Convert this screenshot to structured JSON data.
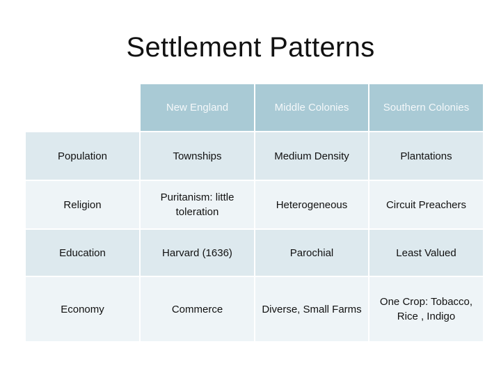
{
  "title": "Settlement Patterns",
  "table": {
    "headers": [
      "",
      "New England",
      "Middle Colonies",
      "Southern Colonies"
    ],
    "rows": [
      {
        "label": "Population",
        "values": [
          "Townships",
          "Medium Density",
          "Plantations"
        ]
      },
      {
        "label": "Religion",
        "values": [
          "Puritanism: little toleration",
          "Heterogeneous",
          "Circuit Preachers"
        ]
      },
      {
        "label": "Education",
        "values": [
          "Harvard (1636)",
          "Parochial",
          "Least Valued"
        ]
      },
      {
        "label": "Economy",
        "values": [
          "Commerce",
          "Diverse, Small Farms",
          "One Crop: Tobacco, Rice , Indigo"
        ]
      }
    ]
  },
  "colors": {
    "header_bg": "#a9cad5",
    "header_text": "#f4f8fa",
    "row_dark": "#dde9ee",
    "row_light": "#eef4f7"
  }
}
